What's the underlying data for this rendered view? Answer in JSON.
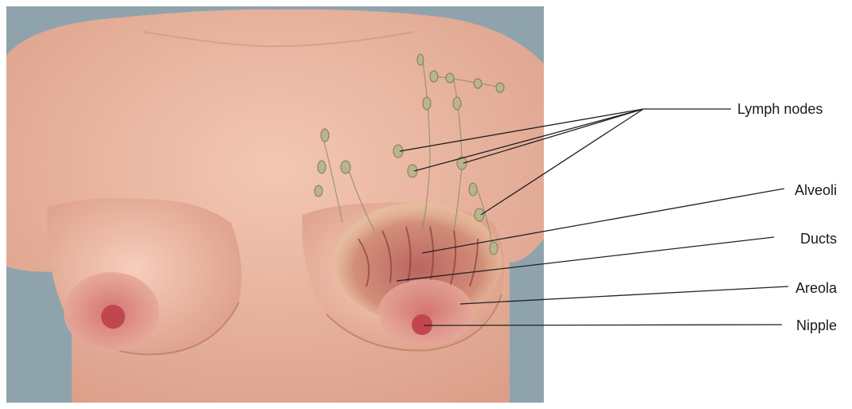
{
  "labels": {
    "lymph_nodes": "Lymph nodes",
    "alveoli": "Alveoli",
    "ducts": "Ducts",
    "areola": "Areola",
    "nipple": "Nipple"
  },
  "colors": {
    "background": "#8fa3ad",
    "skin": "#eab7a1",
    "skin_shadow": "#d89a86",
    "areola": "#d98a86",
    "nipple": "#c2464f",
    "tissue": "#c8716a",
    "lymph": "#b9b48c",
    "line": "#222222"
  }
}
